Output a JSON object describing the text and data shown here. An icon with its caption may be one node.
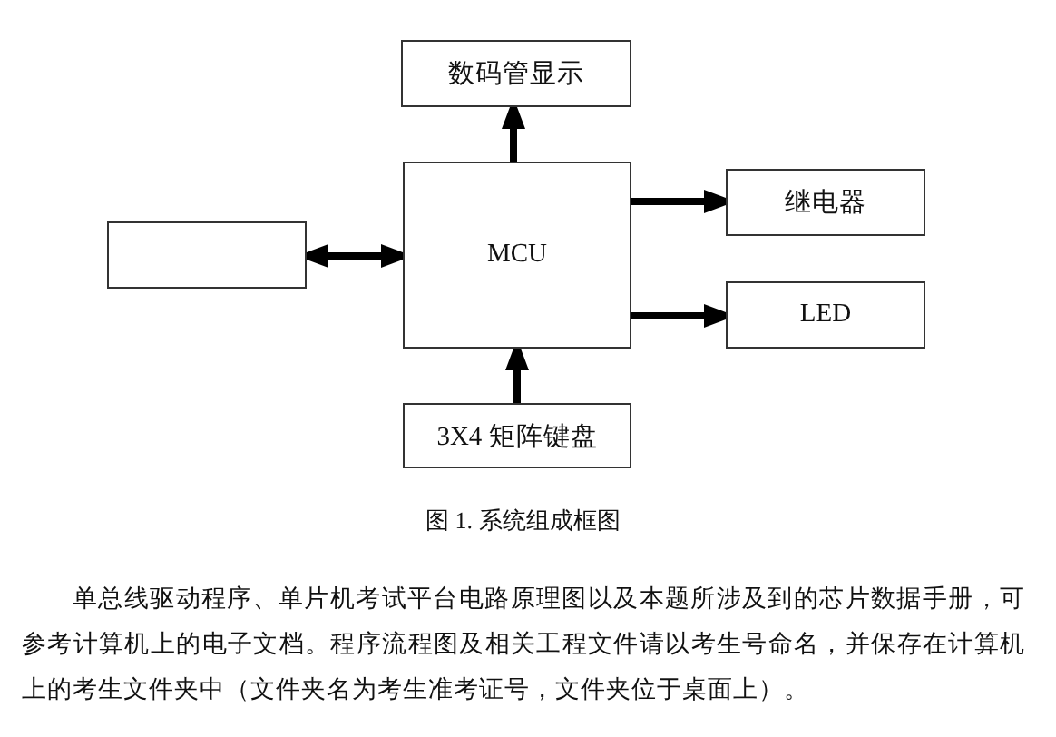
{
  "diagram": {
    "caption": "图 1. 系统组成框图",
    "nodes": [
      {
        "text": [
          "数码管显示"
        ]
      },
      {
        "text": [],
        "shape": "box"
      },
      {
        "text": [
          "MCU"
        ]
      },
      {
        "text": [
          "继电器"
        ]
      },
      {
        "text": [
          "LED"
        ]
      },
      {
        "text": [
          "3X4 矩阵键盘"
        ]
      }
    ],
    "edges": [
      {
        "from": 2,
        "to": 0,
        "arrow": "to"
      },
      {
        "from": 1,
        "to": 2,
        "arrow": "both"
      },
      {
        "from": 2,
        "to": 3,
        "arrow": "to"
      },
      {
        "from": 2,
        "to": 4,
        "arrow": "to"
      },
      {
        "from": 5,
        "to": 2,
        "arrow": "to"
      }
    ],
    "labels": [
      "单总线驱动程序、单片机考试平台电路原理图以及本题所涉及到的芯片数据手册，可参考计算机上的电子文档。程序流程图及相关工程文件请以考生号命名，并保存在计算机上的考生文件夹中（文件夹名为考生准考证号，文件夹位于桌面上）。"
    ]
  }
}
